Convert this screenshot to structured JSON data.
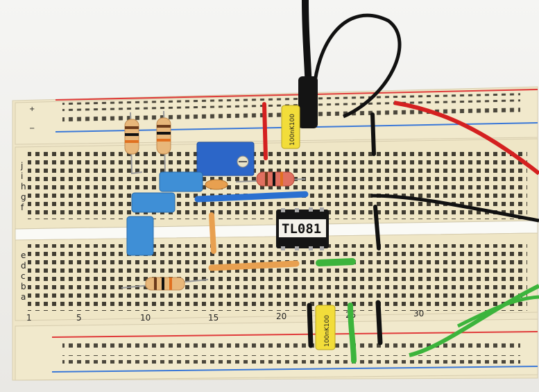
{
  "chip": {
    "label": "TL081"
  },
  "capacitor_markings": {
    "top": "100nK100",
    "bottom": "100nK100"
  },
  "row_letters": {
    "upper": [
      "j",
      "i",
      "h",
      "g",
      "f"
    ],
    "lower": [
      "e",
      "d",
      "c",
      "b",
      "a"
    ]
  },
  "column_numbers": [
    "1",
    "5",
    "10",
    "15",
    "20",
    "25",
    "30"
  ],
  "rail_marks": {
    "plus": "+",
    "minus": "−"
  },
  "colors": {
    "board": "#efe6c8",
    "rail_red": "#e03a3a",
    "rail_blue": "#3a78d8",
    "wire_black": "#111111",
    "wire_red": "#d42020",
    "wire_green": "#3cb43c",
    "wire_blue": "#2a70d0",
    "wire_orange": "#e8a050",
    "cap_blue": "#3f8fd6",
    "cap_yellow": "#f2dd3a"
  }
}
